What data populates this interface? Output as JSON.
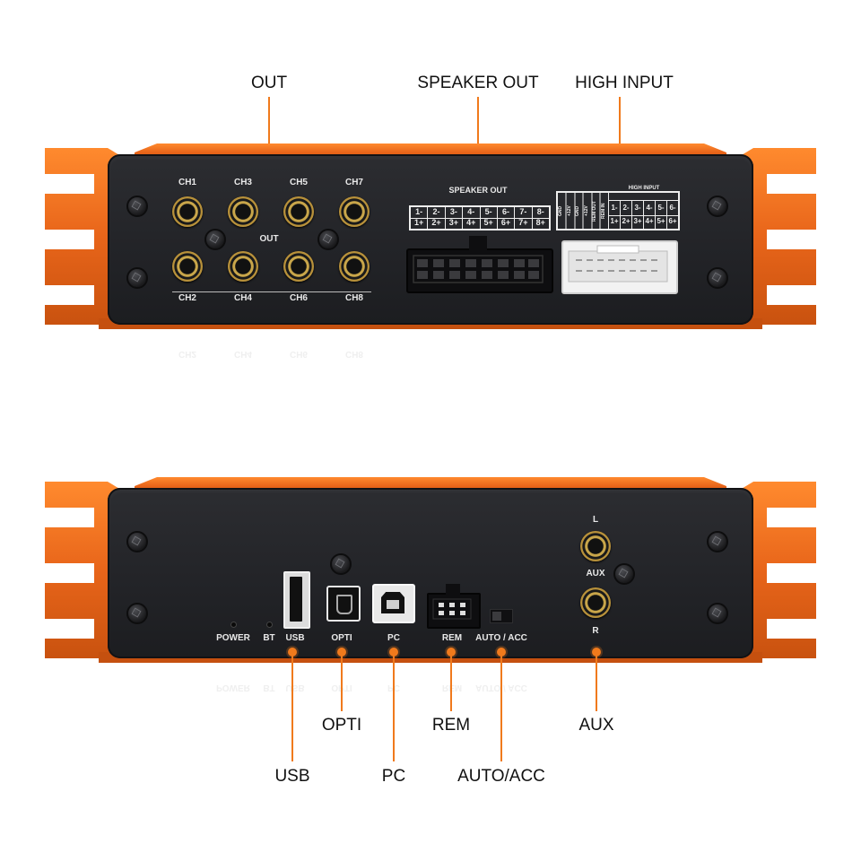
{
  "callouts": {
    "out": "OUT",
    "speaker_out": "SPEAKER OUT",
    "high_input": "HIGH INPUT",
    "usb": "USB",
    "opti": "OPTI",
    "pc": "PC",
    "rem": "REM",
    "auto_acc": "AUTO/ACC",
    "aux": "AUX"
  },
  "top_panel": {
    "channels_top": [
      "CH1",
      "CH3",
      "CH5",
      "CH7"
    ],
    "channels_bottom": [
      "CH2",
      "CH4",
      "CH6",
      "CH8"
    ],
    "out_label": "OUT",
    "speaker_out_label": "SPEAKER OUT",
    "speaker_neg": [
      "1-",
      "2-",
      "3-",
      "4-",
      "5-",
      "6-",
      "7-",
      "8-"
    ],
    "speaker_pos": [
      "1+",
      "2+",
      "3+",
      "4+",
      "5+",
      "6+",
      "7+",
      "8+"
    ],
    "high_input_label": "HIGH INPUT",
    "high_input_power": [
      "GND",
      "+12V",
      "GND",
      "+12V",
      "REM OUT",
      "REM IN"
    ],
    "high_input_neg": [
      "1-",
      "2-",
      "3-",
      "4-",
      "5-",
      "6-"
    ],
    "high_input_pos": [
      "1+",
      "2+",
      "3+",
      "4+",
      "5+",
      "6+"
    ]
  },
  "bottom_panel": {
    "power": "POWER",
    "bt": "BT",
    "usb": "USB",
    "opti": "OPTI",
    "pc": "PC",
    "rem": "REM",
    "auto_acc": "AUTO / ACC",
    "aux_l": "L",
    "aux": "AUX",
    "aux_r": "R"
  },
  "colors": {
    "accent": "#f07a1c",
    "chassis": "#ee6c1d",
    "panel": "#232428"
  }
}
